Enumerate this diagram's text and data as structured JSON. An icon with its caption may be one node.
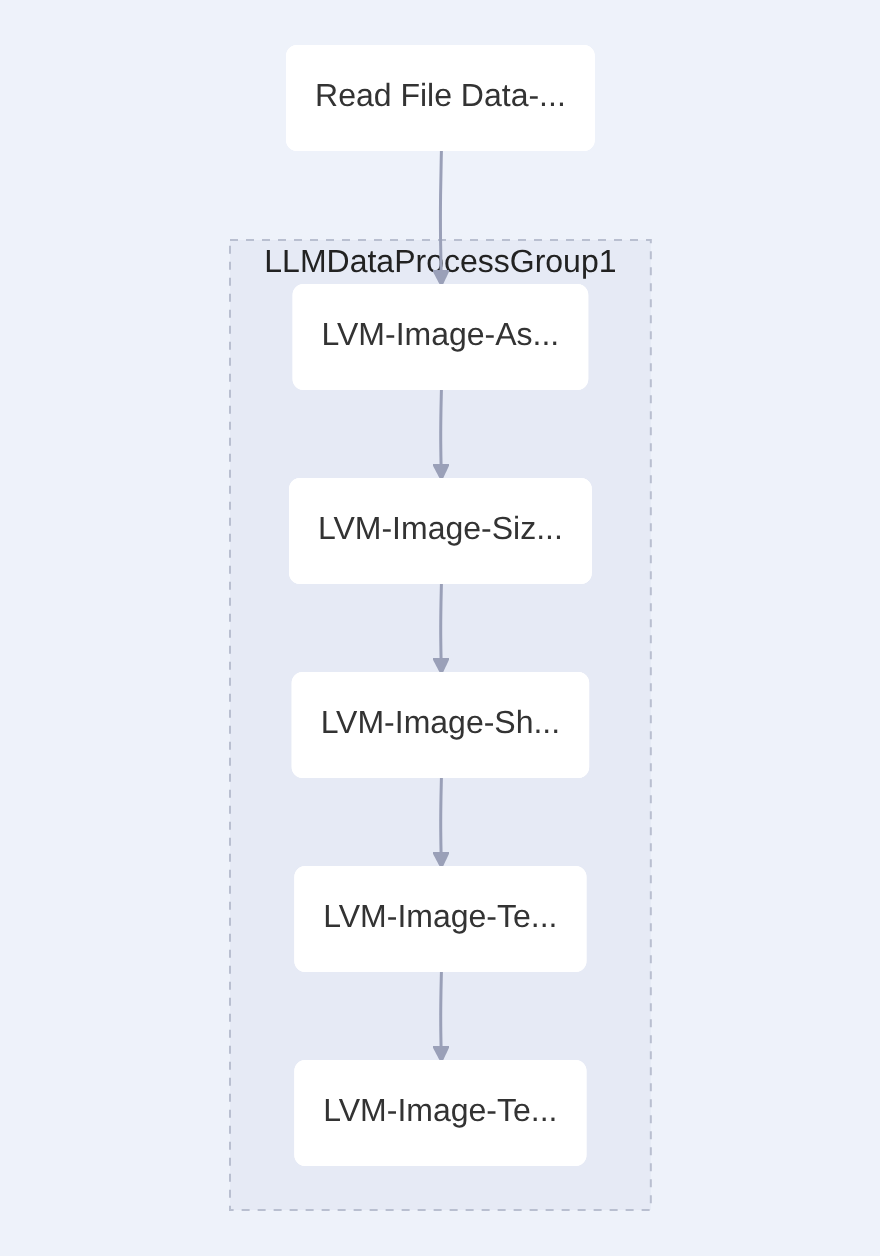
{
  "diagram": {
    "nodes": [
      {
        "text": [
          "Read File Data-..."
        ]
      },
      {
        "text": [
          "LLMDataProcessGroup1"
        ]
      },
      {
        "text": [
          "LVM-Image-As..."
        ],
        "in": 1
      },
      {
        "text": [
          "LVM-Image-Siz..."
        ],
        "in": 1
      },
      {
        "text": [
          "LVM-Image-Sh..."
        ],
        "in": 1
      },
      {
        "text": [
          "LVM-Image-Te..."
        ],
        "in": 1
      },
      {
        "text": [
          "LVM-Image-Te..."
        ],
        "in": 1
      }
    ],
    "edges": [
      {
        "from": 0,
        "to": 2,
        "arrow": "to"
      },
      {
        "from": 2,
        "to": 3,
        "arrow": "to"
      },
      {
        "from": 3,
        "to": 4,
        "arrow": "to"
      },
      {
        "from": 4,
        "to": 5,
        "arrow": "to"
      },
      {
        "from": 5,
        "to": 6,
        "arrow": "to"
      }
    ]
  }
}
